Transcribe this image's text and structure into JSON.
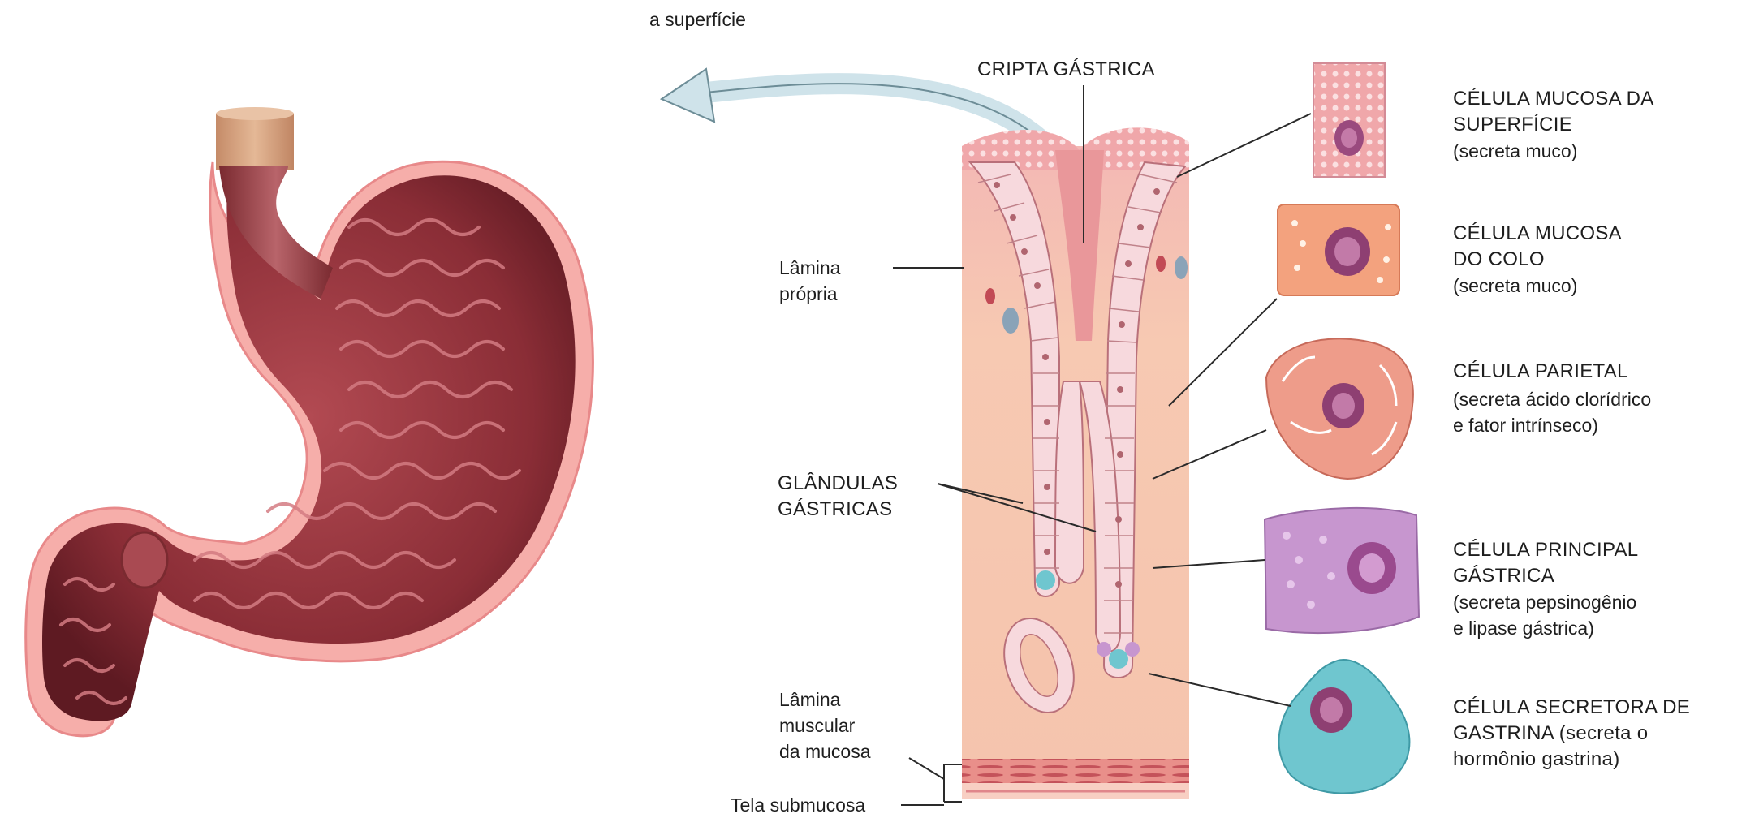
{
  "labels": {
    "top_caption": "a superfície",
    "gastric_pit": "CRIPTA GÁSTRICA",
    "lamina_propria": "Lâmina\nprópria",
    "gastric_glands": "GLÂNDULAS\nGÁSTRICAS",
    "muscularis_mucosae": "Lâmina\nmuscular\nda mucosa",
    "submucosa": "Tela submucosa"
  },
  "cells": [
    {
      "title": "CÉLULA MUCOSA DA\nSUPERFÍCIE",
      "desc": "(secreta muco)",
      "color": "#f2b8c6"
    },
    {
      "title": "CÉLULA MUCOSA\nDO COLO",
      "desc": "(secreta muco)",
      "color": "#f3a27e"
    },
    {
      "title": "CÉLULA PARIETAL",
      "desc": "(secreta ácido clorídrico\ne fator intrínseco)",
      "color": "#ee9c8a"
    },
    {
      "title": "CÉLULA PRINCIPAL\nGÁSTRICA",
      "desc": "(secreta pepsinogênio\ne lipase gástrica)",
      "color": "#c796cf"
    },
    {
      "title": "CÉLULA SECRETORA DE\nGASTRINA (secreta o\nhormônio gastrina)",
      "desc": "",
      "color": "#6fc6cf"
    }
  ],
  "colors": {
    "stomach_outer": "#f4a6a3",
    "stomach_inner": "#8e2f35",
    "esophagus_cap": "#d7a37c",
    "tissue_bg": "#f7c8b0"
  }
}
